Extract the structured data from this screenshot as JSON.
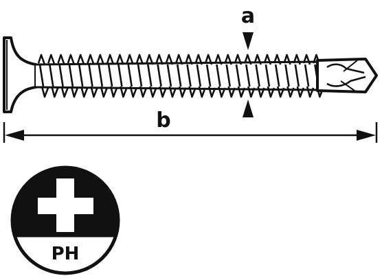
{
  "dimensions": {
    "diameter_label": "a",
    "length_label": "b"
  },
  "drive_badge": {
    "label": "PH",
    "icon": "phillips-cross-icon"
  },
  "colors": {
    "ink": "#111111",
    "background": "#ffffff",
    "thread_fill": "#ffffff"
  }
}
